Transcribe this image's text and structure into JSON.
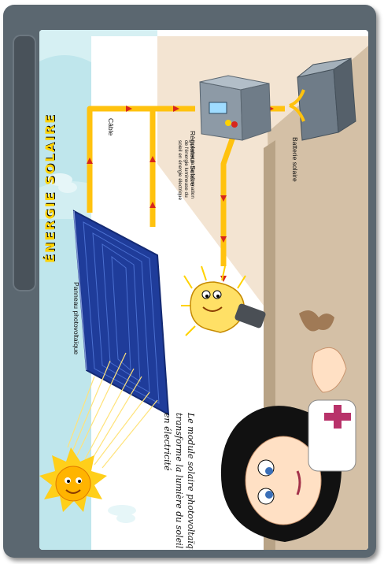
{
  "title": "ÉNERGIE SOLAIRE",
  "labels": {
    "cable": "Câble",
    "panel": "Panneau photovoltaïque",
    "regulator_title": "Régulateur Solaire",
    "regulator_desc": [
      "il permet la transformation",
      "de l'énergie lumineuse du",
      "soleil en énergie électrique"
    ],
    "battery": "Batterie solaire"
  },
  "caption": [
    "Le module solaire photovoltaïque",
    "transforme la lumière du soleil",
    "en électricité"
  ],
  "colors": {
    "frame": "#5b6770",
    "sidebar": "#49525a",
    "title": "#ffd200",
    "sky": "#bfe6ec",
    "wall": "#f3e4d2",
    "ground": "#d4c0a6",
    "cable": "#ffc20e",
    "arrow": "#d8261c",
    "panel": "#1f3c9a",
    "device": "#8d9aa6"
  },
  "icons": [
    "sun-icon",
    "lightbulb-icon",
    "scientist-character",
    "solar-panel",
    "solar-regulator",
    "solar-battery",
    "cloud-icon"
  ]
}
